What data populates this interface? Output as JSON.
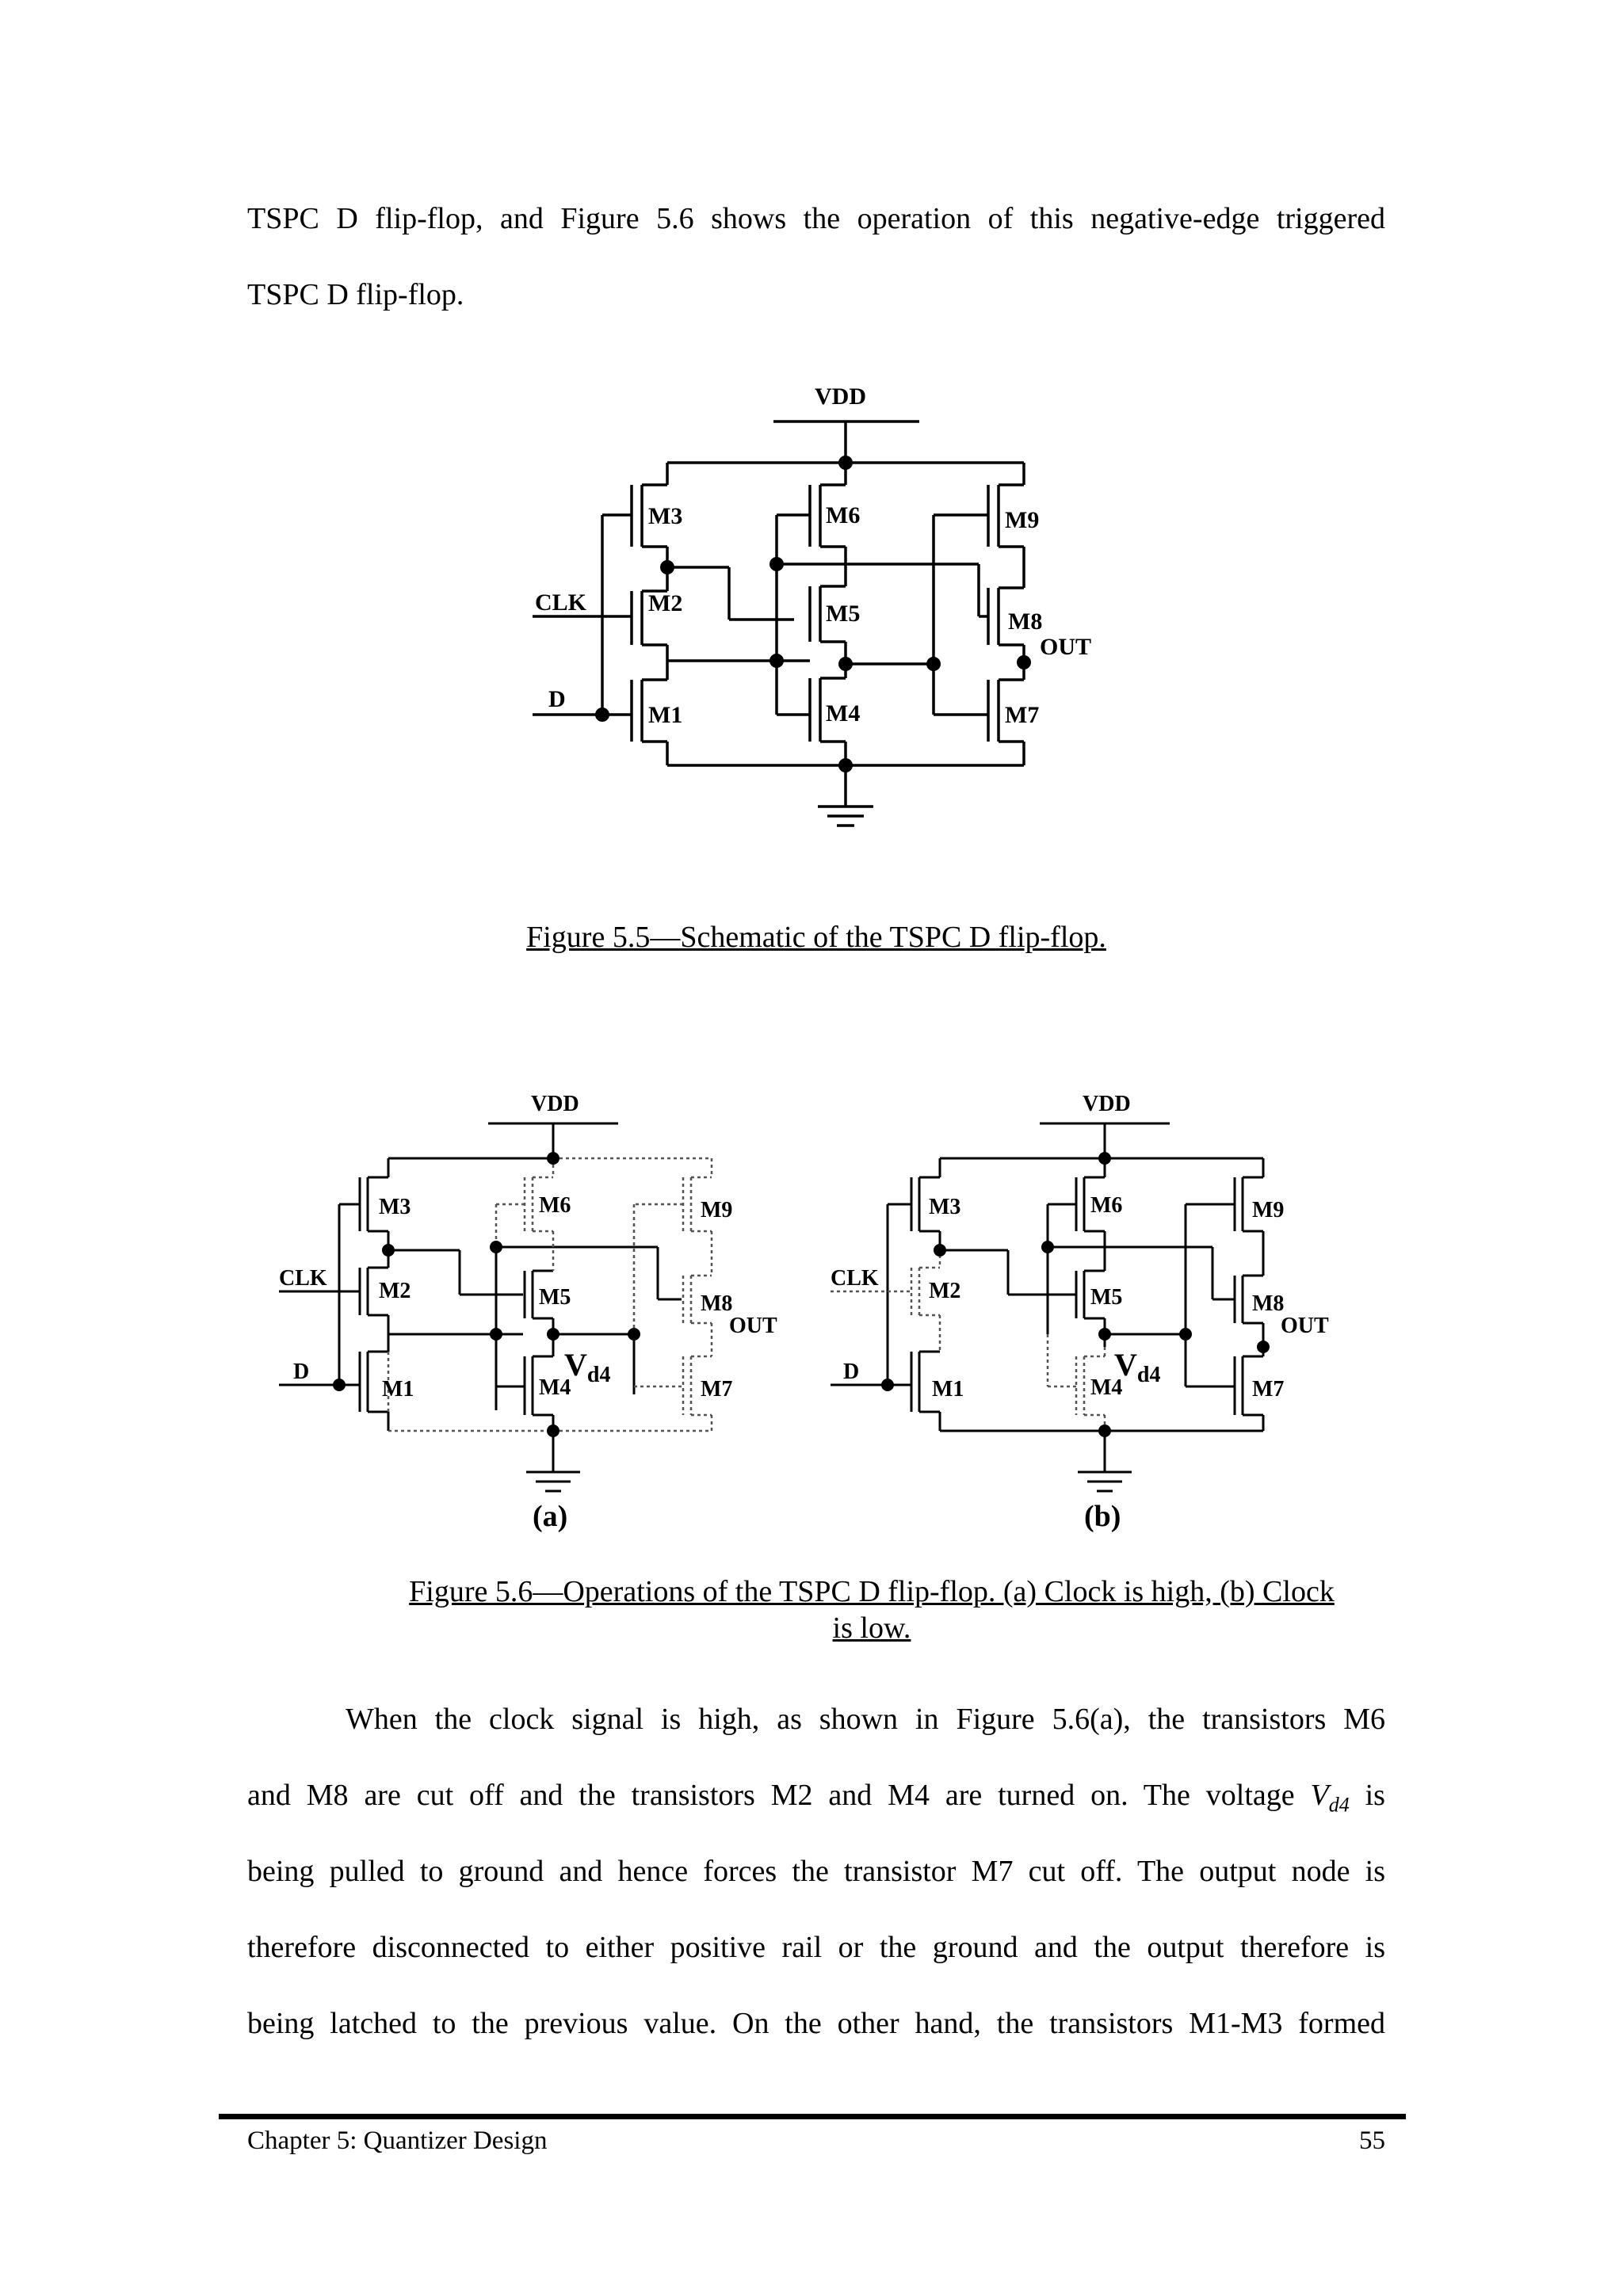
{
  "top_paragraph": {
    "line1": "TSPC D flip-flop, and Figure 5.6 shows the operation of this negative-edge triggered",
    "line2": "TSPC D flip-flop."
  },
  "figure_5_5": {
    "labels": {
      "vdd": "VDD",
      "clk": "CLK",
      "d": "D",
      "out": "OUT",
      "m1": "M1",
      "m2": "M2",
      "m3": "M3",
      "m4": "M4",
      "m5": "M5",
      "m6": "M6",
      "m7": "M7",
      "m8": "M8",
      "m9": "M9"
    },
    "caption": "Figure 5.5—Schematic of the TSPC D flip-flop."
  },
  "figure_5_6": {
    "panel_a": {
      "label": "(a)",
      "vdd": "VDD",
      "clk": "CLK",
      "d": "D",
      "out": "OUT",
      "vd4": "V",
      "vd4_sub": "d4",
      "m1": "M1",
      "m2": "M2",
      "m3": "M3",
      "m4": "M4",
      "m5": "M5",
      "m6": "M6",
      "m7": "M7",
      "m8": "M8",
      "m9": "M9"
    },
    "panel_b": {
      "label": "(b)",
      "vdd": "VDD",
      "clk": "CLK",
      "d": "D",
      "out": "OUT",
      "vd4": "V",
      "vd4_sub": "d4",
      "m1": "M1",
      "m2": "M2",
      "m3": "M3",
      "m4": "M4",
      "m5": "M5",
      "m6": "M6",
      "m7": "M7",
      "m8": "M8",
      "m9": "M9"
    },
    "caption_line1": "Figure 5.6—Operations of the TSPC D flip-flop. (a) Clock is high, (b) Clock",
    "caption_line2": "is low."
  },
  "body_paragraph": {
    "line1": "When the clock signal is high, as shown in Figure 5.6(a), the transistors M6",
    "line2_pre": "and M8 are cut off and the transistors M2 and M4 are turned on. The voltage ",
    "line2_var": "V",
    "line2_sub": "d4",
    "line2_post": " is",
    "line3": "being pulled to ground and hence forces the transistor M7 cut off. The output node is",
    "line4": "therefore disconnected to either positive rail or the ground and the output therefore is",
    "line5": "being latched to the previous value. On the other hand, the transistors M1-M3 formed"
  },
  "footer": {
    "chapter": "Chapter 5: Quantizer Design",
    "page_number": "55"
  }
}
